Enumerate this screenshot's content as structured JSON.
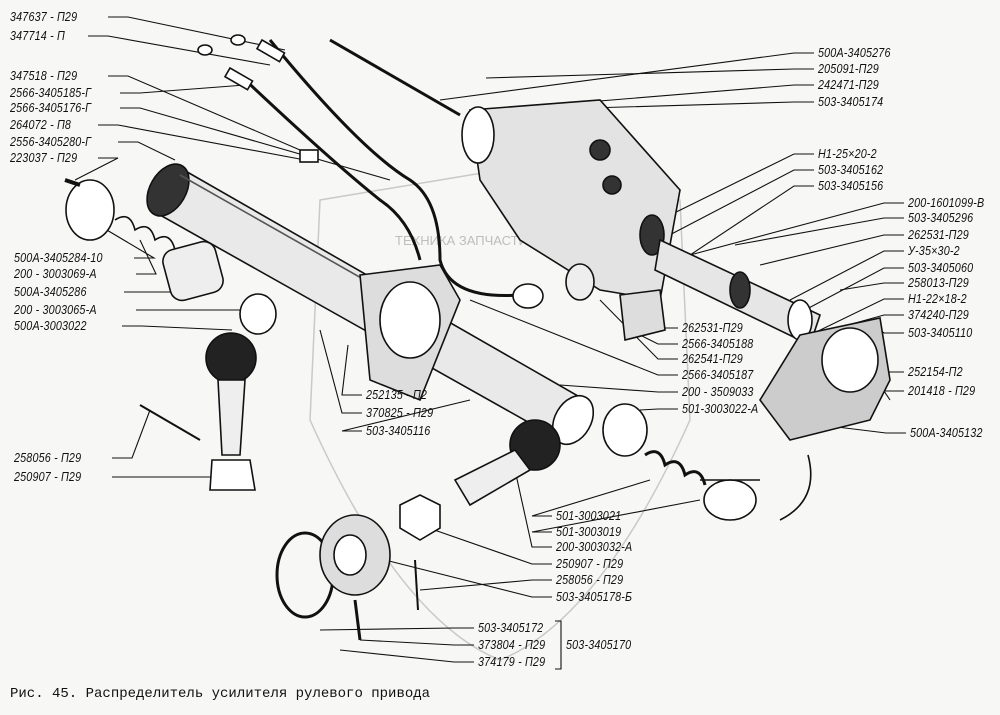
{
  "figure": {
    "caption": "Рис. 45. Распределитель усилителя рулевого привода",
    "labels": [
      "347637 - П29",
      "347714 - П",
      "347518 - П29",
      "2566-3405185-Г",
      "2566-3405176-Г",
      "264072 - П8",
      "2556-3405280-Г",
      "223037 - П29",
      "500А-3405284-10",
      "200 - 3003069-А",
      "500А-3405286",
      "200 - 3003065-А",
      "500А-3003022",
      "258056 - П29",
      "250907 - П29",
      "500А-3405276",
      "205091-П29",
      "242471-П29",
      "503-3405174",
      "Н1-25×20-2",
      "503-3405162",
      "503-3405156",
      "200-1601099-В",
      "503-3405296",
      "262531-П29",
      "У-35×30-2",
      "503-3405060",
      "258013-П29",
      "Н1-22×18-2",
      "374240-П29",
      "503-3405110",
      "252154-П2",
      "201418 - П29",
      "500А-3405132",
      "262531-П29",
      "2566-3405188",
      "262541-П29",
      "2566-3405187",
      "200 - 3509033",
      "501-3003022-А",
      "252135 - П2",
      "370825 - П29",
      "503-3405116",
      "501-3003021",
      "501-3003019",
      "200-3003032-А",
      "250907 - П29",
      "258056 - П29",
      "503-3405178-Б",
      "503-3405172",
      "373804 - П29",
      "374179 - П29",
      "503-3405170"
    ],
    "watermark": "ТЕХНИКА ЗАПЧАСТИ"
  }
}
